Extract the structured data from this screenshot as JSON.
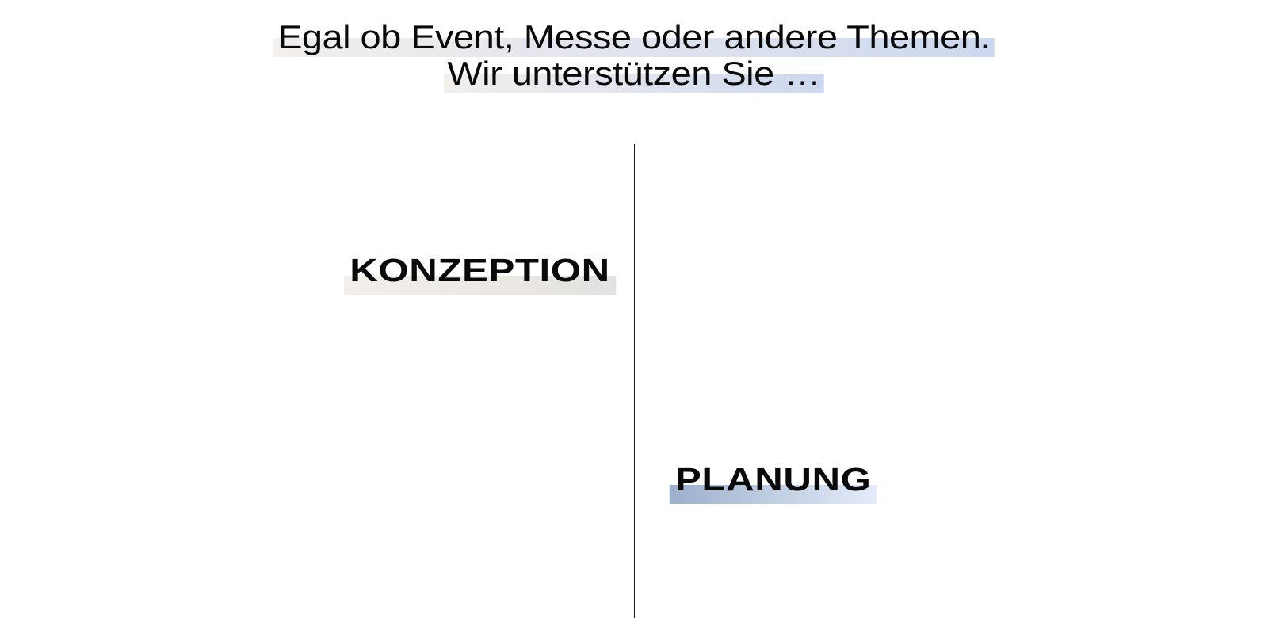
{
  "headline": {
    "line1": "Egal ob Event, Messe oder andere Themen.",
    "line2": "Wir unterstützen Sie …"
  },
  "services": [
    {
      "label": "KONZEPTION"
    },
    {
      "label": "PLANUNG"
    }
  ],
  "colors": {
    "text": "#0a0a0a",
    "divider": "#1a1a1a",
    "highlight_warm": "#f2efec",
    "highlight_blue": "#ccd8ef",
    "planung_highlight_start": "#9cb0cc",
    "planung_highlight_end": "#e4ecfb"
  }
}
